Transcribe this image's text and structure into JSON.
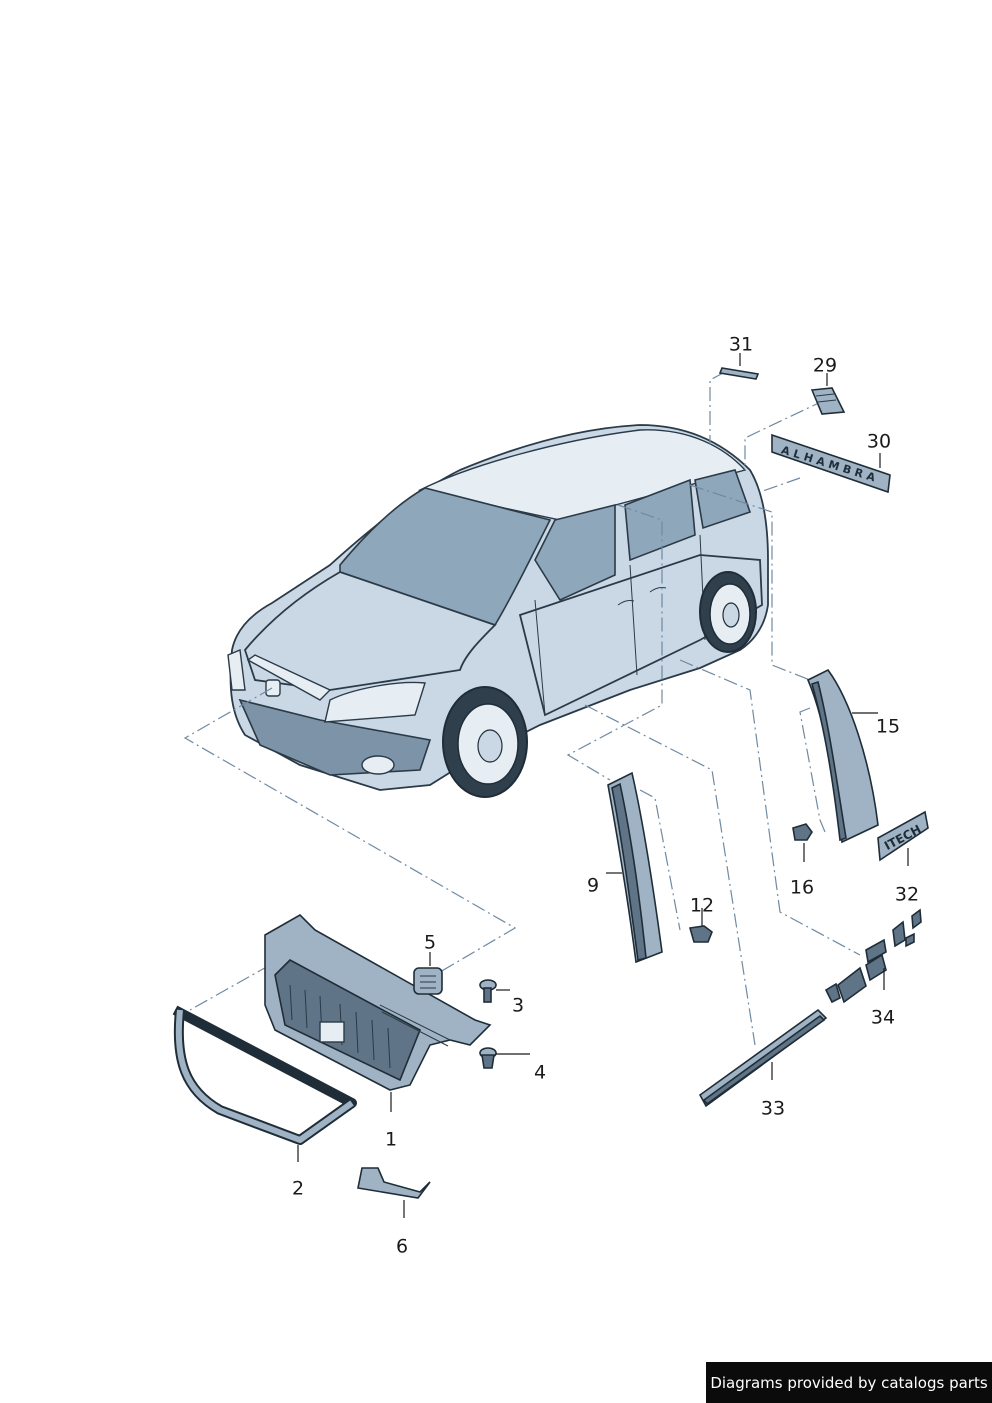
{
  "labels": {
    "p1": "1",
    "p2": "2",
    "p3": "3",
    "p4": "4",
    "p5": "5",
    "p6": "6",
    "p9": "9",
    "p12": "12",
    "p15": "15",
    "p16": "16",
    "p29": "29",
    "p30": "30",
    "p31": "31",
    "p32": "32",
    "p33": "33",
    "p34": "34"
  },
  "badges": {
    "model_badge": "ALHAMBRA",
    "trim_badge": "ITECH"
  },
  "footer": {
    "credit": "Diagrams provided by catalogs parts"
  },
  "colors": {
    "body": "#c9d8e4",
    "outline": "#2a3a48",
    "dash_line": "#6f8aa3",
    "footer_bg": "#0b0b0b"
  }
}
